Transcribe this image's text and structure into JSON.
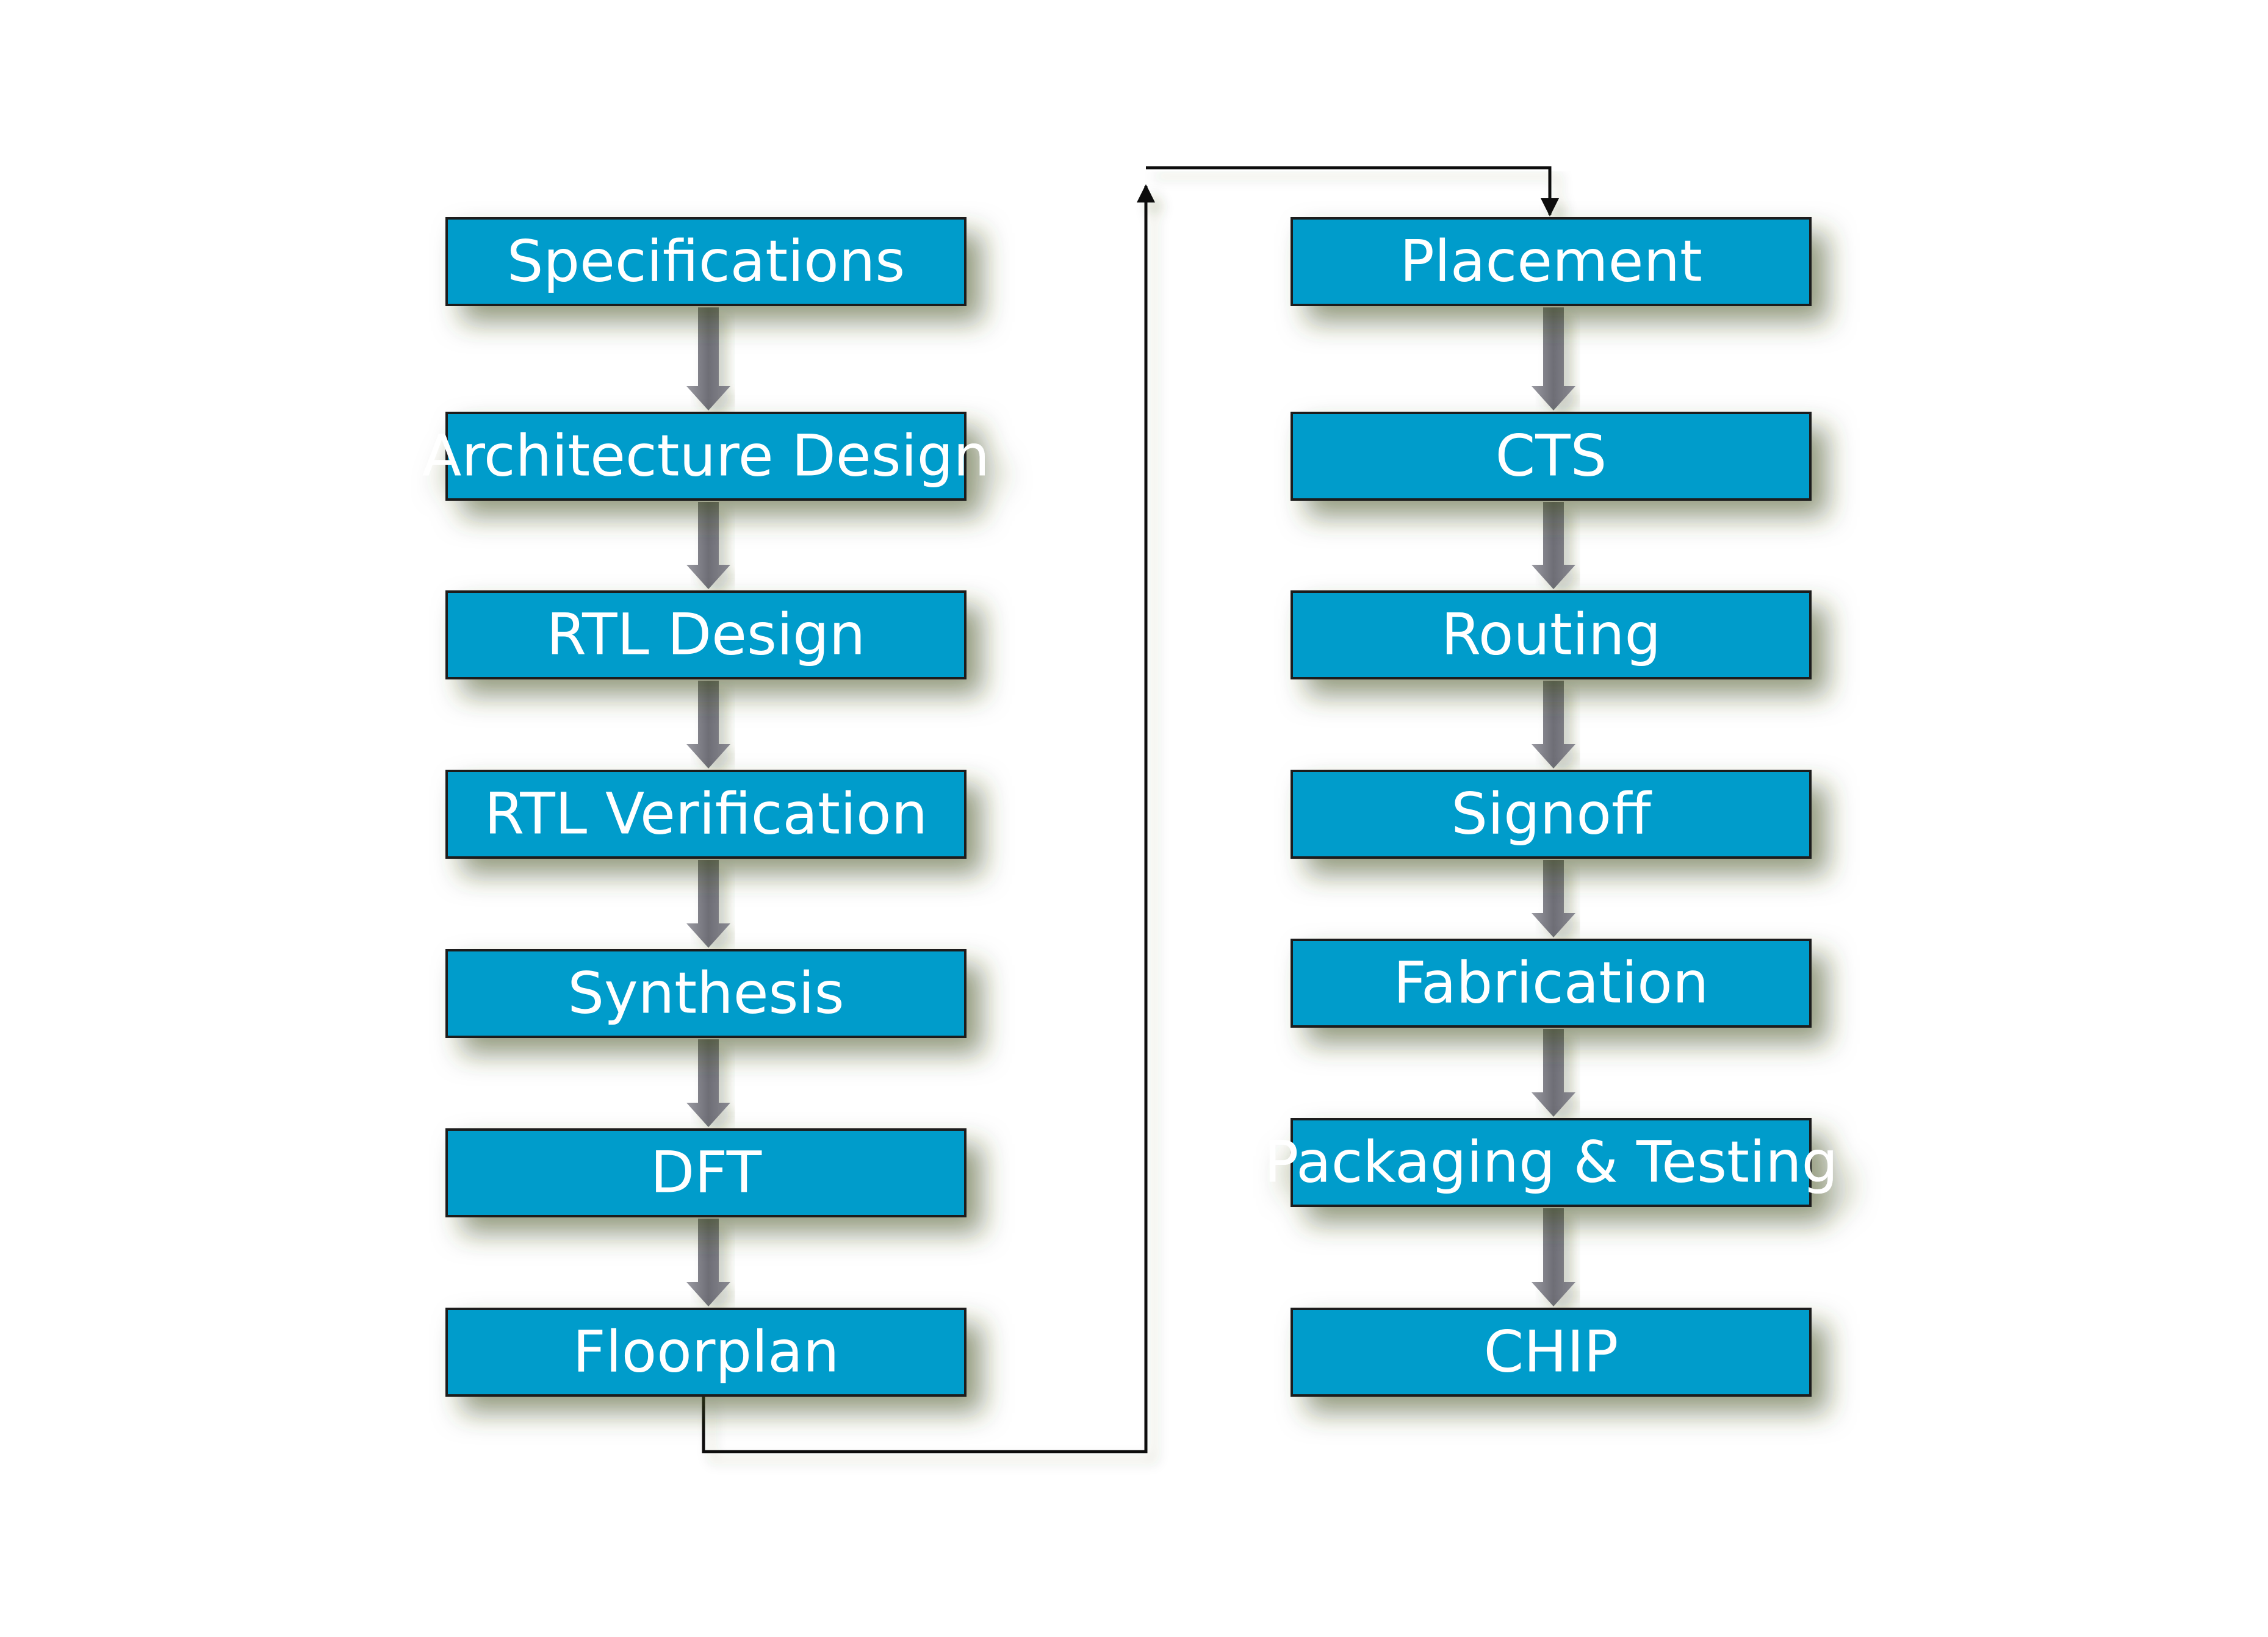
{
  "left_column": [
    {
      "id": "specifications",
      "label": "Specifications"
    },
    {
      "id": "architecture-design",
      "label": "Architecture Design"
    },
    {
      "id": "rtl-design",
      "label": "RTL Design"
    },
    {
      "id": "rtl-verification",
      "label": "RTL Verification"
    },
    {
      "id": "synthesis",
      "label": "Synthesis"
    },
    {
      "id": "dft",
      "label": "DFT"
    },
    {
      "id": "floorplan",
      "label": "Floorplan"
    }
  ],
  "right_column": [
    {
      "id": "placement",
      "label": "Placement"
    },
    {
      "id": "cts",
      "label": "CTS"
    },
    {
      "id": "routing",
      "label": "Routing"
    },
    {
      "id": "signoff",
      "label": "Signoff"
    },
    {
      "id": "fabrication",
      "label": "Fabrication"
    },
    {
      "id": "packaging-testing",
      "label": "Packaging & Testing"
    },
    {
      "id": "chip",
      "label": "CHIP"
    }
  ],
  "colors": {
    "box_fill": "#009ccb",
    "box_stroke": "#1a1a1a",
    "label": "#ffffff",
    "arrow": "#7a7a82",
    "connector": "#111111",
    "shadow": "#3d4a1c"
  }
}
